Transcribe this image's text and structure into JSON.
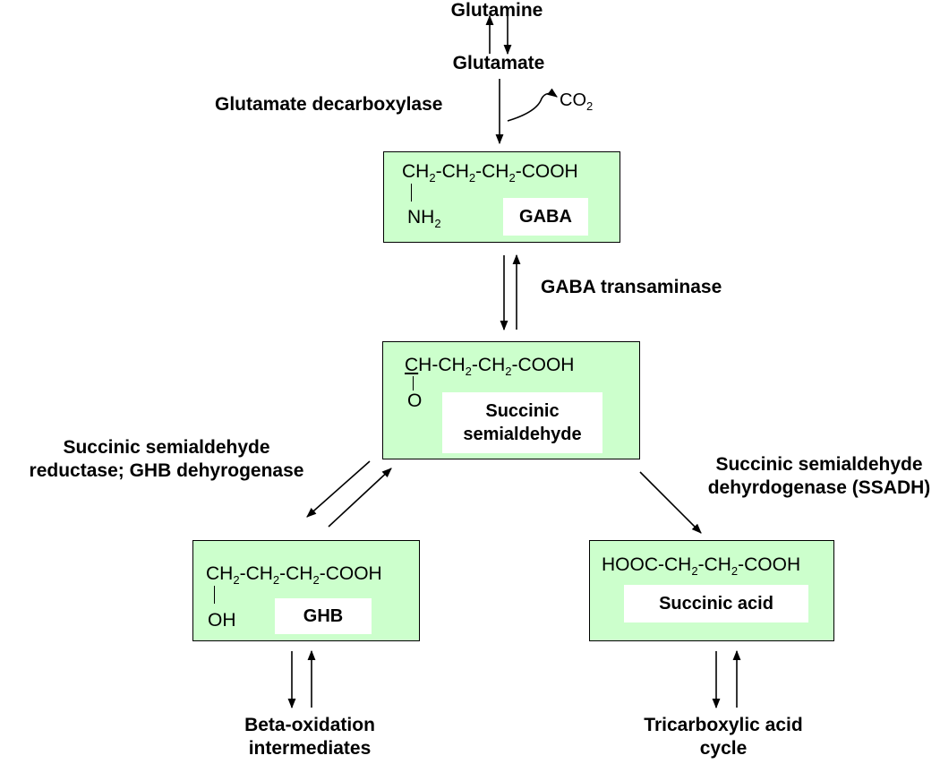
{
  "metabolites": {
    "glutamine": "Glutamine",
    "glutamate": "Glutamate",
    "beta_oxidation": [
      "Beta-oxidation",
      "intermediates"
    ],
    "tca": [
      "Tricarboxylic acid",
      "cycle"
    ]
  },
  "enzymes": {
    "gad": "Glutamate decarboxylase",
    "gaba_t": "GABA transaminase",
    "ssr": [
      "Succinic semialdehyde",
      "reductase; GHB dehyrogenase"
    ],
    "ssadh": [
      "Succinic semialdehyde",
      "dehyrdogenase (SSADH)"
    ]
  },
  "byproduct": {
    "text": "CO",
    "sub": "2"
  },
  "boxes": {
    "gaba": {
      "formula": [
        "CH",
        "2",
        "-CH",
        "2",
        "-CH",
        "2",
        "-COOH"
      ],
      "substituent": [
        "NH",
        "2"
      ],
      "name": "GABA"
    },
    "ssa": {
      "formula_lead": "C",
      "formula": [
        "H-CH",
        "2",
        "-CH",
        "2",
        "-COOH"
      ],
      "substituent": "O",
      "name": [
        "Succinic",
        "semialdehyde"
      ]
    },
    "ghb": {
      "formula": [
        "CH",
        "2",
        "-CH",
        "2",
        "-CH",
        "2",
        "-COOH"
      ],
      "substituent": "OH",
      "name": "GHB"
    },
    "succinic": {
      "formula": [
        "HOOC-CH",
        "2",
        "-CH",
        "2",
        "-COOH"
      ],
      "name": "Succinic acid"
    }
  }
}
